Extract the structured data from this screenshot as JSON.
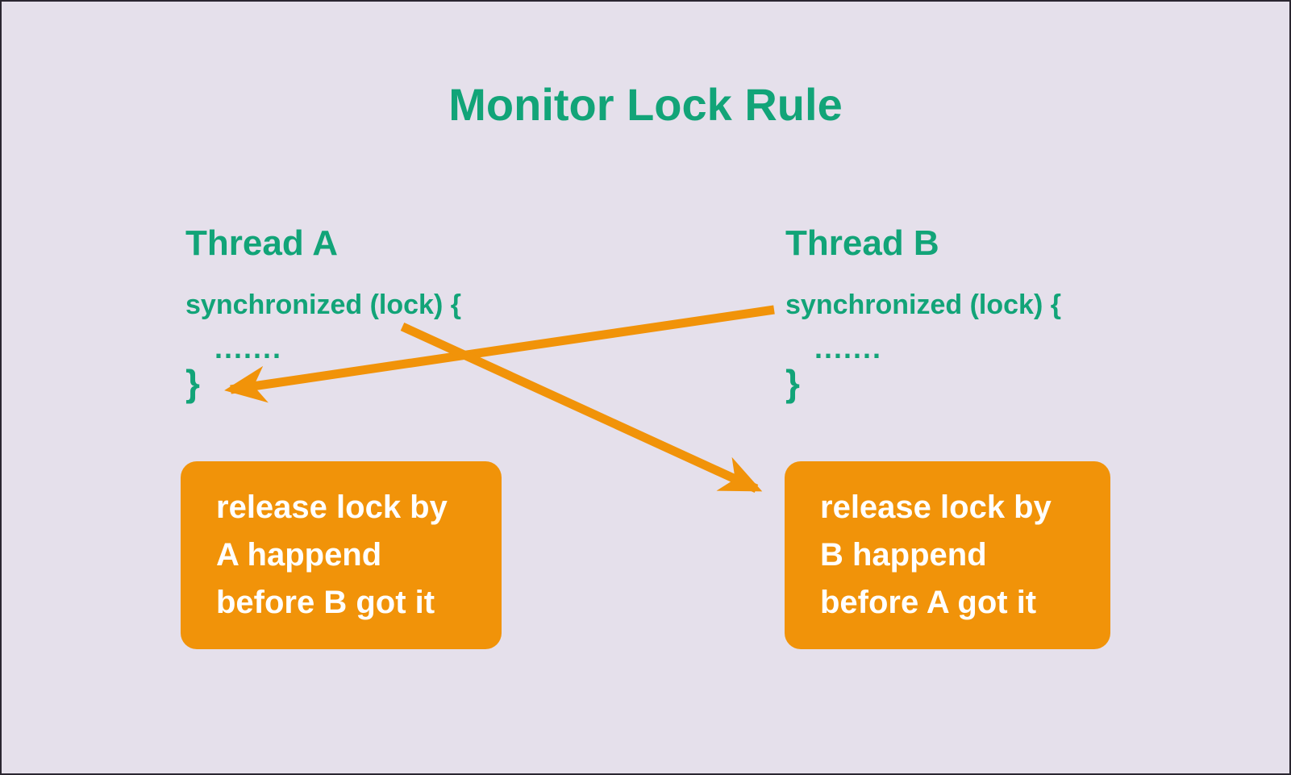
{
  "title": "Monitor Lock Rule",
  "threads": [
    {
      "name": "Thread A",
      "code_open": "synchronized (lock) {",
      "code_body": ".......",
      "code_close": "}"
    },
    {
      "name": "Thread B",
      "code_open": "synchronized (lock) {",
      "code_body": ".......",
      "code_close": "}"
    }
  ],
  "notes": [
    {
      "lines": [
        "release lock by",
        "A happend",
        "before B got it"
      ]
    },
    {
      "lines": [
        "release lock by",
        "B happend",
        "before A got it"
      ]
    }
  ],
  "arrows": [
    {
      "from": "thread-b-synchronized-open",
      "to": "thread-a-close-brace"
    },
    {
      "from": "thread-a-synchronized-open",
      "to": "note-release-by-b"
    }
  ],
  "colors": {
    "background": "#e5e0eb",
    "accent_green": "#12a478",
    "accent_orange": "#f19309",
    "note_text": "#ffffff",
    "page_border": "#2a2630"
  }
}
